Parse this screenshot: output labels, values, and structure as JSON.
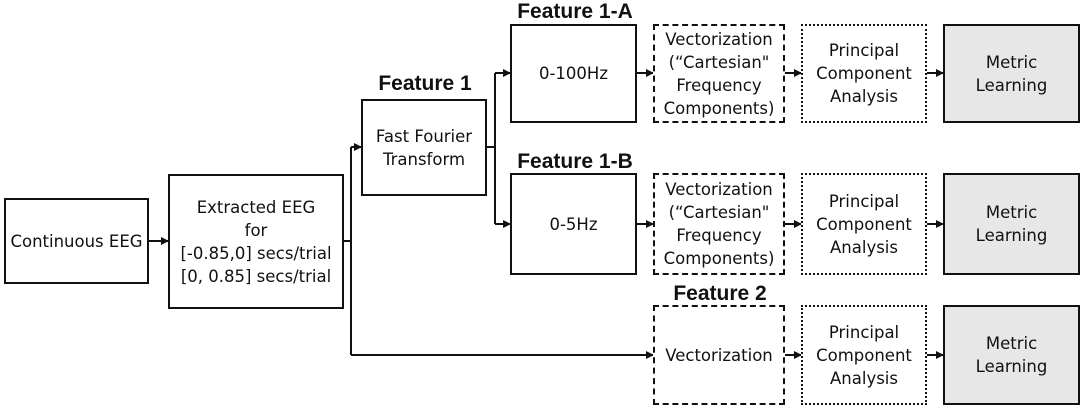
{
  "nodes": {
    "continuous": "Continuous EEG",
    "extracted": "Extracted EEG\nfor\n[-0.85,0] secs/trial\n[0, 0.85] secs/trial",
    "fft": "Fast Fourier\nTransform",
    "band_a": "0-100Hz",
    "band_b": "0-5Hz",
    "vec_a": "Vectorization\n(“Cartesian\"\nFrequency\nComponents)",
    "vec_b": "Vectorization\n(“Cartesian\"\nFrequency\nComponents)",
    "vec_2": "Vectorization",
    "pca_a": "Principal\nComponent\nAnalysis",
    "pca_b": "Principal\nComponent\nAnalysis",
    "pca_2": "Principal\nComponent\nAnalysis",
    "ml_a": "Metric\nLearning",
    "ml_b": "Metric\nLearning",
    "ml_2": "Metric\nLearning"
  },
  "labels": {
    "feature1": "Feature 1",
    "feature1a": "Feature 1-A",
    "feature1b": "Feature 1-B",
    "feature2": "Feature 2"
  },
  "colors": {
    "stroke": "#111111",
    "output_fill": "#e7e7e7"
  }
}
